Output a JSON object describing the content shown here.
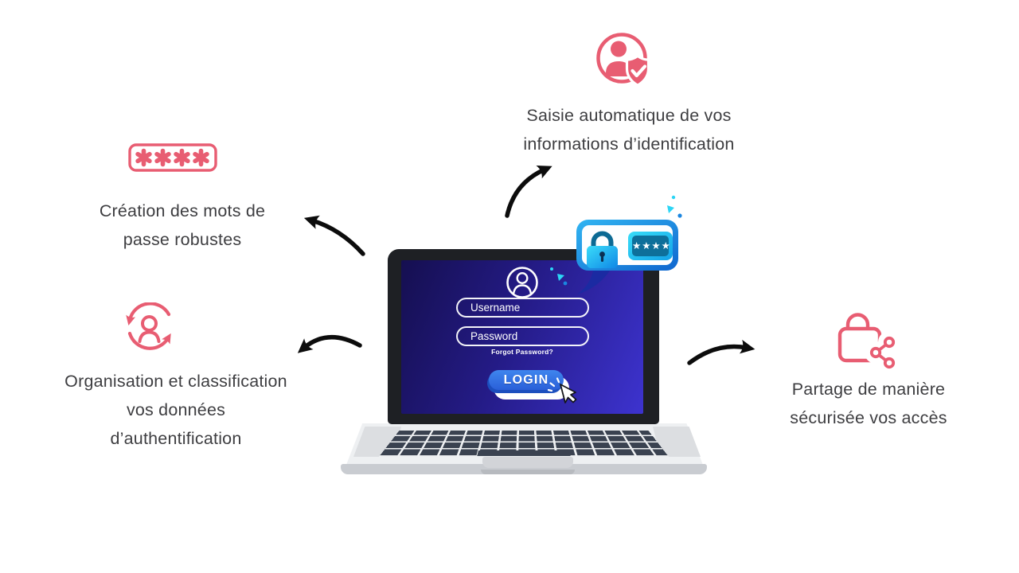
{
  "features": {
    "autofill": {
      "icon": "user-shield-check-icon",
      "lines": [
        "Saisie automatique de vos",
        "informations d’identification"
      ]
    },
    "strong_passwords": {
      "icon": "password-asterisks-icon",
      "lines": [
        "Création des mots de",
        "passe robustes"
      ]
    },
    "organization": {
      "icon": "user-sync-icon",
      "lines": [
        "Organisation et classification",
        "vos données",
        "d’authentification"
      ]
    },
    "secure_sharing": {
      "icon": "lock-share-icon",
      "lines": [
        "Partage de manière",
        "sécurisée vos accès"
      ]
    }
  },
  "laptop_screen": {
    "username_field": "Username",
    "password_field": "Password",
    "forgot_password_link": "Forgot Password?",
    "login_button": "LOGIN"
  },
  "password_badge": {
    "stars": "★★★★"
  },
  "colors": {
    "accent_pink": "#e85d72",
    "text_dark": "#3e3e41",
    "arrow_black": "#0c0c0c",
    "screen_gradient_start": "#150f50",
    "screen_gradient_end": "#3d33cf",
    "badge_border_blue": "#1479d8",
    "badge_cyan": "#2cd5f5",
    "login_button_blue": "#2f6fe4"
  }
}
